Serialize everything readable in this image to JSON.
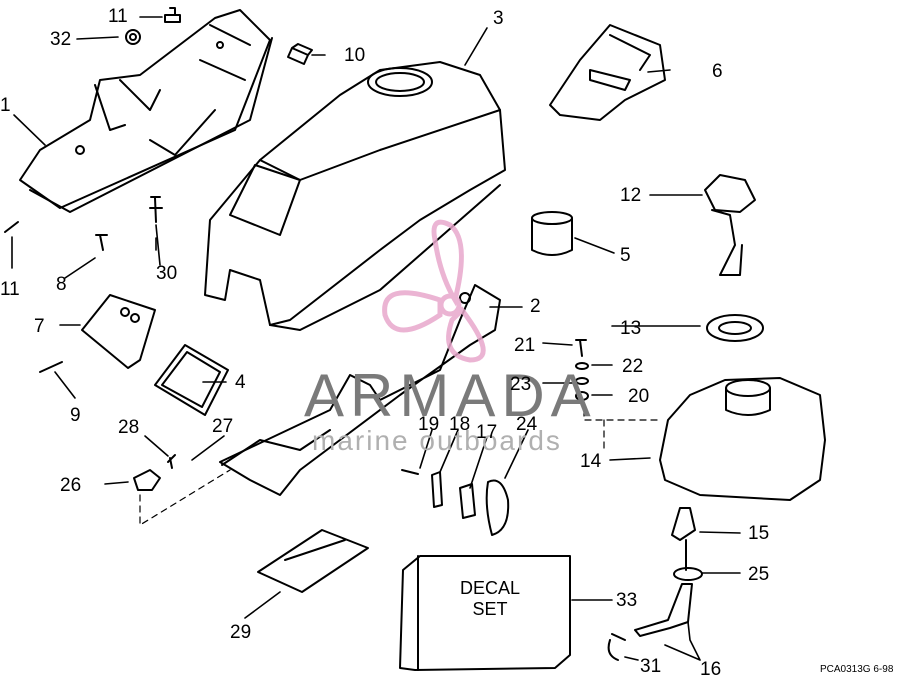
{
  "callouts": [
    "1",
    "2",
    "3",
    "4",
    "5",
    "6",
    "7",
    "8",
    "9",
    "10",
    "11",
    "11",
    "12",
    "13",
    "14",
    "15",
    "16",
    "17",
    "18",
    "19",
    "20",
    "21",
    "22",
    "23",
    "24",
    "25",
    "26",
    "27",
    "28",
    "29",
    "30",
    "31",
    "32",
    "33"
  ],
  "decal_box": {
    "line1": "DECAL",
    "line2": "SET"
  },
  "watermark": {
    "brand": "ARMADA",
    "tagline": "marine outboards"
  },
  "drawing_code": "PCA0313G  6-98",
  "colors": {
    "line": "#000000",
    "watermark_gray": "#7a7a7a",
    "watermark_pink": "#e8a8cc"
  }
}
